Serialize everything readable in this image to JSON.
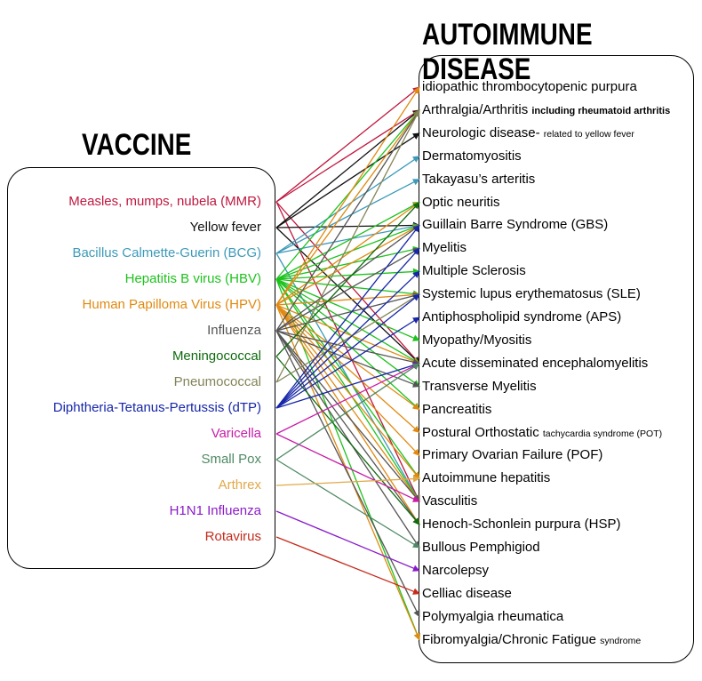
{
  "titles": {
    "vaccine": "VACCINE",
    "disease": "AUTOIMMUNE DISEASE"
  },
  "vaccines": [
    {
      "id": "mmr",
      "label": "Measles, mumps, nubela (MMR)",
      "color": "#c0173e"
    },
    {
      "id": "yf",
      "label": "Yellow fever",
      "color": "#111111"
    },
    {
      "id": "bcg",
      "label": "Bacillus Calmette-Guerin (BCG)",
      "color": "#3d9ab9"
    },
    {
      "id": "hbv",
      "label": "Hepatitis B virus (HBV)",
      "color": "#1ec21e"
    },
    {
      "id": "hpv",
      "label": "Human Papilloma Virus (HPV)",
      "color": "#e08a12"
    },
    {
      "id": "flu",
      "label": "Influenza",
      "color": "#555555"
    },
    {
      "id": "men",
      "label": "Meningococcal",
      "color": "#0e6b0e"
    },
    {
      "id": "pneu",
      "label": "Pneumococcal",
      "color": "#848458"
    },
    {
      "id": "dtp",
      "label": "Diphtheria-Tetanus-Pertussis (dTP)",
      "color": "#1626a8"
    },
    {
      "id": "var",
      "label": "Varicella",
      "color": "#c81ca8"
    },
    {
      "id": "pox",
      "label": "Small Pox",
      "color": "#4f8a64"
    },
    {
      "id": "arth",
      "label": "Arthrex",
      "color": "#e0a94a"
    },
    {
      "id": "h1n1",
      "label": "H1N1 Influenza",
      "color": "#8a1cc8"
    },
    {
      "id": "rota",
      "label": "Rotavirus",
      "color": "#c42c1c"
    }
  ],
  "diseases": [
    {
      "main": "idiopathic thrombocytopenic purpura",
      "note": "",
      "note_style": ""
    },
    {
      "main": "Arthralgia/Arthritis",
      "note": "including rheumatoid arthritis",
      "note_style": "bold"
    },
    {
      "main": "Neurologic disease-",
      "note": "related to yellow fever",
      "note_style": "small"
    },
    {
      "main": "Dermatomyositis",
      "note": "",
      "note_style": ""
    },
    {
      "main": "Takayasu’s arteritis",
      "note": "",
      "note_style": ""
    },
    {
      "main": "Optic neuritis",
      "note": "",
      "note_style": ""
    },
    {
      "main": "Guillain Barre Syndrome (GBS)",
      "note": "",
      "note_style": ""
    },
    {
      "main": "Myelitis",
      "note": "",
      "note_style": ""
    },
    {
      "main": "Multiple Sclerosis",
      "note": "",
      "note_style": ""
    },
    {
      "main": "Systemic lupus erythematosus (SLE)",
      "note": "",
      "note_style": ""
    },
    {
      "main": "Antiphospholipid syndrome (APS)",
      "note": "",
      "note_style": ""
    },
    {
      "main": "Myopathy/Myositis",
      "note": "",
      "note_style": ""
    },
    {
      "main": "Acute disseminated encephalomyelitis",
      "note": "",
      "note_style": ""
    },
    {
      "main": "Transverse Myelitis",
      "note": "",
      "note_style": ""
    },
    {
      "main": "Pancreatitis",
      "note": "",
      "note_style": ""
    },
    {
      "main": "Postural Orthostatic",
      "note": "tachycardia syndrome (POT)",
      "note_style": "small"
    },
    {
      "main": "Primary Ovarian Failure (POF)",
      "note": "",
      "note_style": ""
    },
    {
      "main": "Autoimmune hepatitis",
      "note": "",
      "note_style": ""
    },
    {
      "main": "Vasculitis",
      "note": "",
      "note_style": ""
    },
    {
      "main": "Henoch-Schonlein purpura (HSP)",
      "note": "",
      "note_style": ""
    },
    {
      "main": "Bullous Pemphigiod",
      "note": "",
      "note_style": ""
    },
    {
      "main": "Narcolepsy",
      "note": "",
      "note_style": ""
    },
    {
      "main": "Celliac disease",
      "note": "",
      "note_style": ""
    },
    {
      "main": "Polymyalgia rheumatica",
      "note": "",
      "note_style": ""
    },
    {
      "main": "Fibromyalgia/Chronic Fatigue",
      "note": "syndrome",
      "note_style": "small"
    }
  ],
  "links": [
    {
      "from": 0,
      "to": [
        0,
        1,
        12,
        18
      ]
    },
    {
      "from": 1,
      "to": [
        1,
        2,
        6,
        12
      ]
    },
    {
      "from": 2,
      "to": [
        3,
        4,
        6,
        18
      ]
    },
    {
      "from": 3,
      "to": [
        1,
        5,
        6,
        7,
        8,
        9,
        11,
        12,
        13,
        14,
        17,
        18,
        24
      ]
    },
    {
      "from": 4,
      "to": [
        0,
        1,
        5,
        6,
        9,
        12,
        14,
        15,
        16,
        17,
        18,
        19,
        24
      ]
    },
    {
      "from": 5,
      "to": [
        1,
        6,
        7,
        9,
        12,
        13,
        18,
        19,
        20,
        23
      ]
    },
    {
      "from": 6,
      "to": [
        5,
        19
      ]
    },
    {
      "from": 7,
      "to": [
        1,
        9
      ]
    },
    {
      "from": 8,
      "to": [
        6,
        7,
        8,
        9,
        10,
        12
      ]
    },
    {
      "from": 9,
      "to": [
        12,
        18
      ]
    },
    {
      "from": 10,
      "to": [
        12,
        20
      ]
    },
    {
      "from": 11,
      "to": [
        17
      ]
    },
    {
      "from": 12,
      "to": [
        21
      ]
    },
    {
      "from": 13,
      "to": [
        22
      ]
    }
  ]
}
